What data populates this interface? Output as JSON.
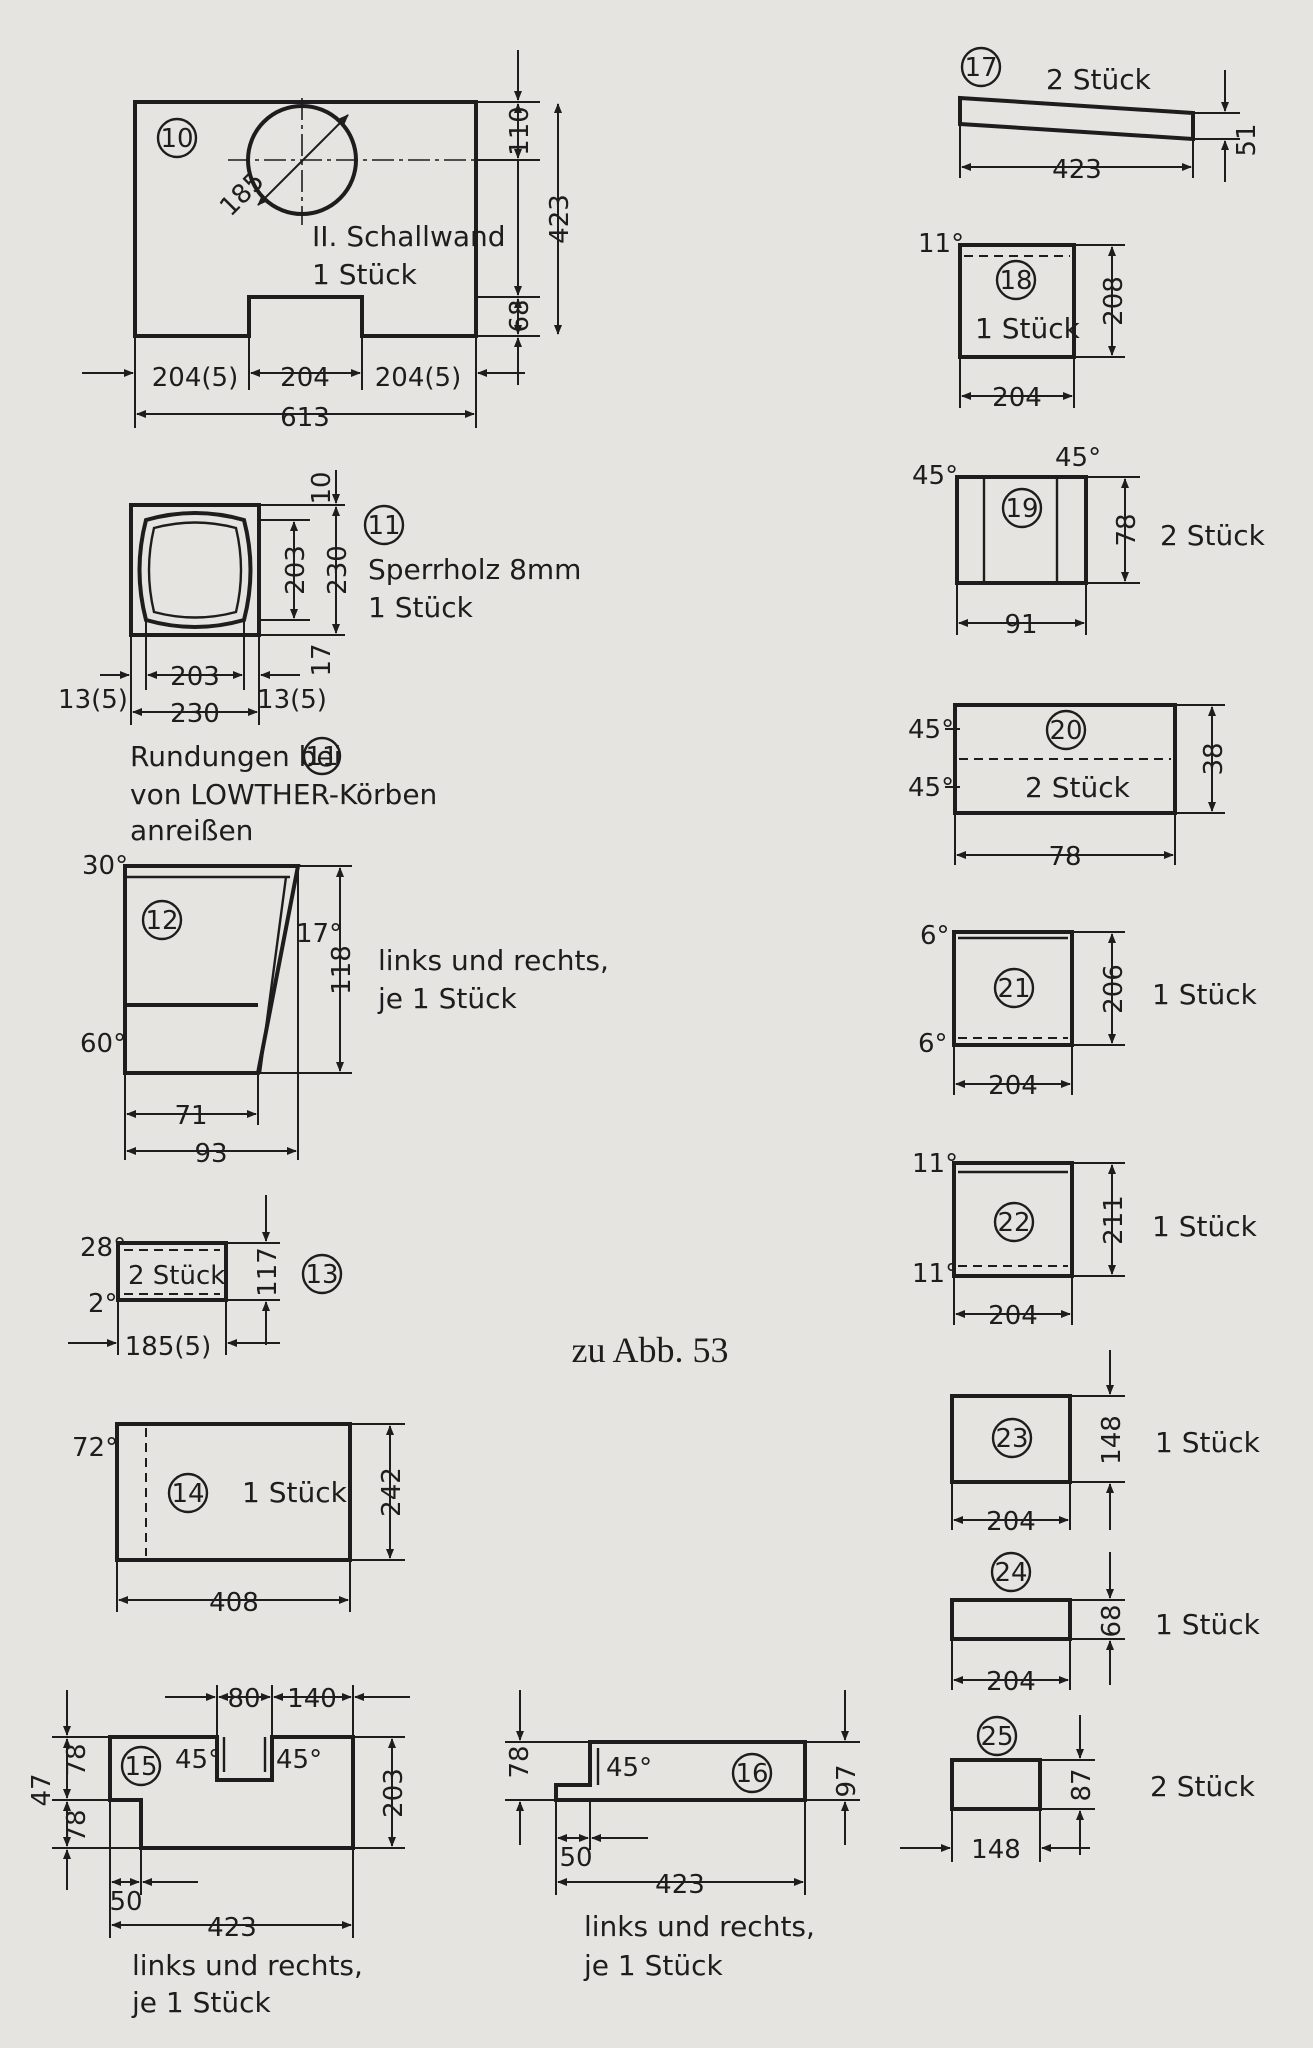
{
  "caption": "zu Abb. 53",
  "parts": {
    "p10": {
      "num": "10",
      "l1": "II. Schallwand",
      "l2": "1 Stück",
      "d_dia": "185",
      "d_top": "110",
      "d_h": "423",
      "d_bot": "68",
      "d_l": "204(5)",
      "d_m": "204",
      "d_r": "204(5)",
      "d_w": "613"
    },
    "p11": {
      "num": "11",
      "l1": "Sperrholz 8mm",
      "l2": "1 Stück",
      "d_10": "10",
      "d_203v": "203",
      "d_230v": "230",
      "d_17": "17",
      "d_13l": "13(5)",
      "d_203h": "203",
      "d_13r": "13(5)",
      "d_230h": "230",
      "note1": "Rundungen bei",
      "note_num": "11",
      "note2": "von LOWTHER-Körben",
      "note3": "anreißen"
    },
    "p12": {
      "num": "12",
      "a30": "30°",
      "a17": "17°",
      "a60": "60°",
      "d_118": "118",
      "d_71": "71",
      "d_93": "93",
      "l1": "links und rechts,",
      "l2": "je 1 Stück"
    },
    "p13": {
      "num": "13",
      "a28": "28°",
      "a2": "2°",
      "label": "2 Stück",
      "d_117": "117",
      "d_185": "185(5)"
    },
    "p14": {
      "num": "14",
      "a72": "72°",
      "label": "1 Stück",
      "d_242": "242",
      "d_408": "408"
    },
    "p15": {
      "num": "15",
      "d_80": "80",
      "d_140": "140",
      "a45a": "45°",
      "a45b": "45°",
      "d_78a": "78",
      "d_47": "47",
      "d_78b": "78",
      "d_203": "203",
      "d_50": "50",
      "d_423": "423",
      "l1": "links und rechts,",
      "l2": "je 1 Stück"
    },
    "p16": {
      "num": "16",
      "d_78": "78",
      "a45": "45°",
      "d_97": "97",
      "d_50": "50",
      "d_423": "423",
      "l1": "links und rechts,",
      "l2": "je 1 Stück"
    },
    "p17": {
      "num": "17",
      "label": "2 Stück",
      "d_423": "423",
      "d_51": "51"
    },
    "p18": {
      "num": "18",
      "a11": "11°",
      "label": "1 Stück",
      "d_208": "208",
      "d_204": "204"
    },
    "p19": {
      "num": "19",
      "a45l": "45°",
      "a45r": "45°",
      "d_78": "78",
      "label": "2 Stück",
      "d_91": "91"
    },
    "p20": {
      "num": "20",
      "a45a": "45°",
      "a45b": "45°",
      "label": "2 Stück",
      "d_38": "38",
      "d_78": "78"
    },
    "p21": {
      "num": "21",
      "a6a": "6°",
      "a6b": "6°",
      "d_206": "206",
      "label": "1 Stück",
      "d_204": "204"
    },
    "p22": {
      "num": "22",
      "a11a": "11°",
      "a11b": "11°",
      "d_211": "211",
      "label": "1 Stück",
      "d_204": "204"
    },
    "p23": {
      "num": "23",
      "d_148": "148",
      "label": "1 Stück",
      "d_204": "204"
    },
    "p24": {
      "num": "24",
      "d_68": "68",
      "label": "1 Stück",
      "d_204": "204"
    },
    "p25": {
      "num": "25",
      "d_87": "87",
      "label": "2 Stück",
      "d_148": "148"
    }
  }
}
